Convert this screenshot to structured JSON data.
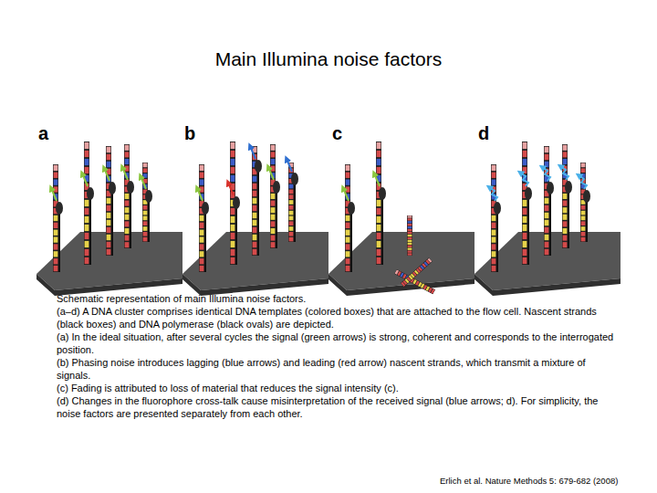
{
  "diagram": {
    "title": "Main Illumina noise factors",
    "caption": "Schematic representation of main Illumina noise factors.",
    "labels": [
      "a",
      "b",
      "c",
      "d",
      "(a–d) A DNA cluster comprises identical DNA templates (colored boxes) that are attached to the flow cell. Nascent strands (black boxes) and DNA polymerase (black ovals) are depicted.",
      "(a) In the ideal situation, after several cycles the signal (green arrows) is strong, coherent and corresponds to the interrogated position.",
      "(b) Phasing noise introduces lagging (blue arrows) and leading (red arrow) nascent strands, which transmit a mixture of signals.",
      "(c) Fading is attributed to loss of material that reduces the signal intensity (c).",
      "(d) Changes in the fluorophore cross-talk cause misinterpretation of the received signal (blue arrows; d). For simplicity, the noise factors are presented separately from each other.",
      "Erlich et al. Nature Methods 5: 679-682 (2008)"
    ]
  }
}
